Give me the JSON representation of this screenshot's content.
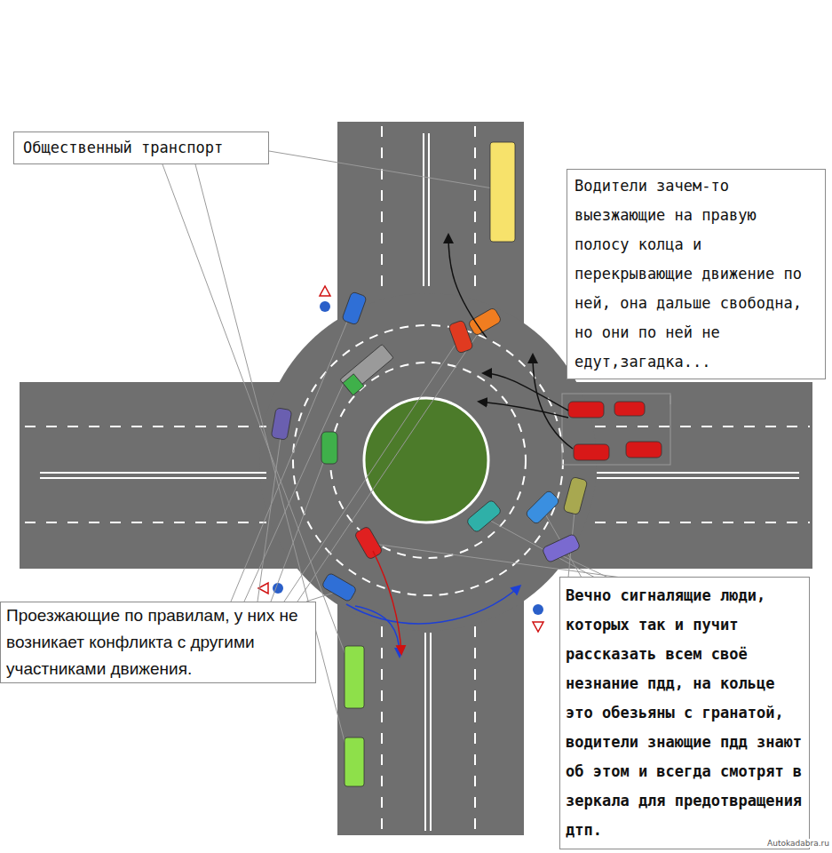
{
  "diagram": {
    "nodes": [
      {
        "text": [
          "Общественный транспорт"
        ]
      },
      {
        "text": [
          "Водители зачем-то выезжающие на правую полосу колца и перекрывающие движение по ней, она дальше свободна, но они по ней не едут,загадка..."
        ]
      },
      {
        "text": [
          "Проезжающие по правилам, у них не возникает конфликта с другими участниками движения."
        ]
      },
      {
        "text": [
          "Вечно сигналящие люди, которых так и пучит рассказать всем своё незнание пдд, на кольце это обезьяны с гранатой, водители знающие пдд знают об этом и всегда смотрят в зеркала для предотвращения дтп."
        ]
      }
    ],
    "labels": [
      "Autokadabra.ru"
    ]
  }
}
